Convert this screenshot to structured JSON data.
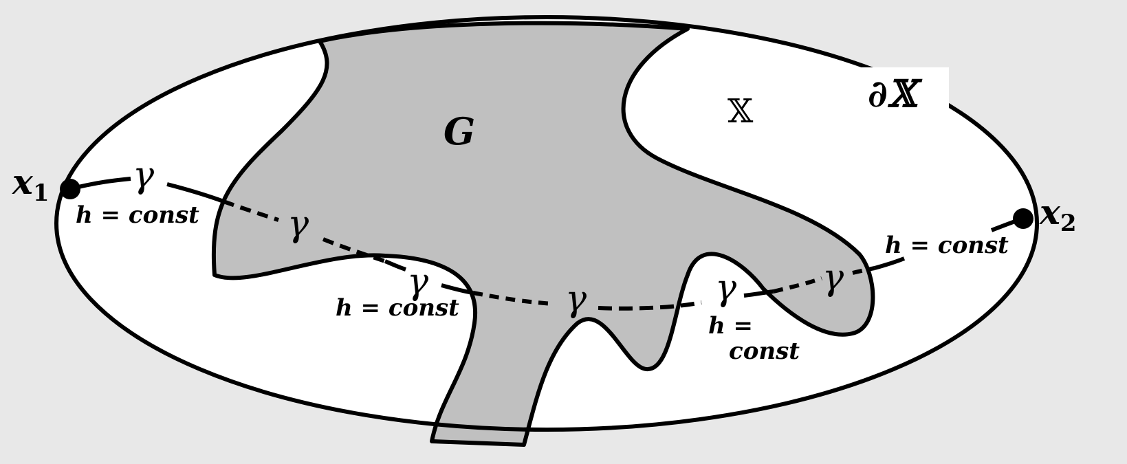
{
  "diagram": {
    "labels": {
      "x1": "x",
      "x1_sub": "1",
      "x2": "x",
      "x2_sub": "2",
      "gamma": "γ",
      "h_const": "h = const",
      "h_eq": "h =",
      "const": "const",
      "G": "G",
      "X": "𝕏",
      "boundary": "∂𝕏"
    },
    "colors": {
      "background": "#e8e8e8",
      "domain_fill": "#ffffff",
      "region_G_fill": "#c0c0c0",
      "stroke": "#000000"
    }
  }
}
